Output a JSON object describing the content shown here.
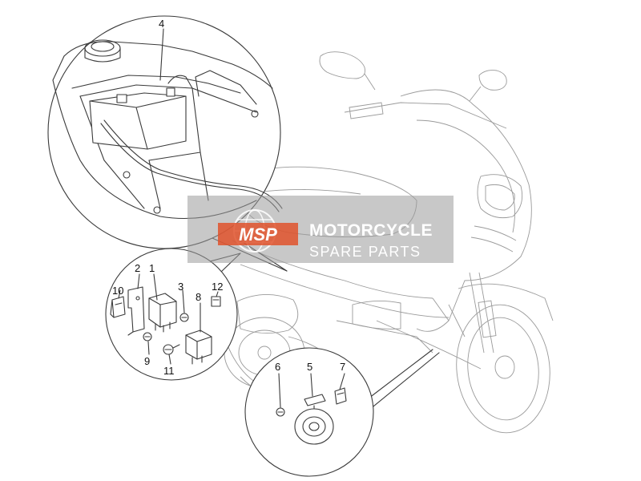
{
  "callouts": {
    "n1": "1",
    "n2": "2",
    "n3": "3",
    "n4": "4",
    "n5": "5",
    "n6": "6",
    "n7": "7",
    "n8": "8",
    "n9": "9",
    "n10": "10",
    "n11": "11",
    "n12": "12"
  },
  "watermark": {
    "logo_text": "MSP",
    "line1": "MOTORCYCLE",
    "line2": "SPARE PARTS",
    "accent_color": "#e0522b",
    "box_color": "#9a9a9a"
  }
}
